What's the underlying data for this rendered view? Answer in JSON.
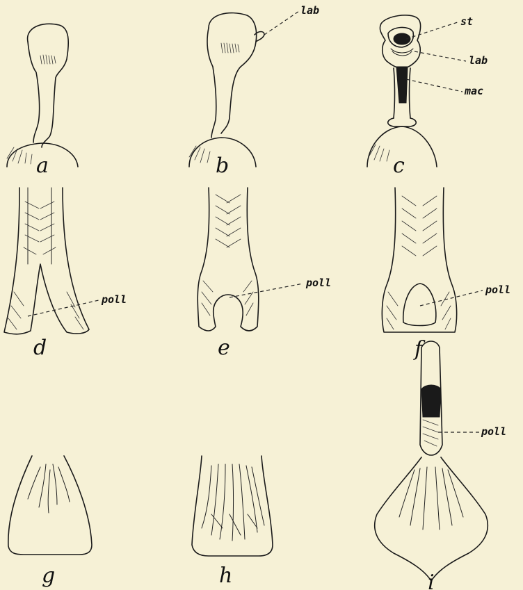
{
  "figures": {
    "a": {
      "letter": "a"
    },
    "b": {
      "letter": "b",
      "labels": [
        "lab"
      ]
    },
    "c": {
      "letter": "c",
      "labels": [
        "st",
        "lab",
        "mac"
      ]
    },
    "d": {
      "letter": "d",
      "labels": [
        "poll"
      ]
    },
    "e": {
      "letter": "e",
      "labels": [
        "poll"
      ]
    },
    "f": {
      "letter": "f",
      "labels": [
        "poll"
      ]
    },
    "g": {
      "letter": "g"
    },
    "h": {
      "letter": "h"
    },
    "i": {
      "letter": "i",
      "labels": [
        "poll"
      ]
    }
  },
  "colors": {
    "paper": "#f6f1d6",
    "ink": "#1a1a1a"
  }
}
